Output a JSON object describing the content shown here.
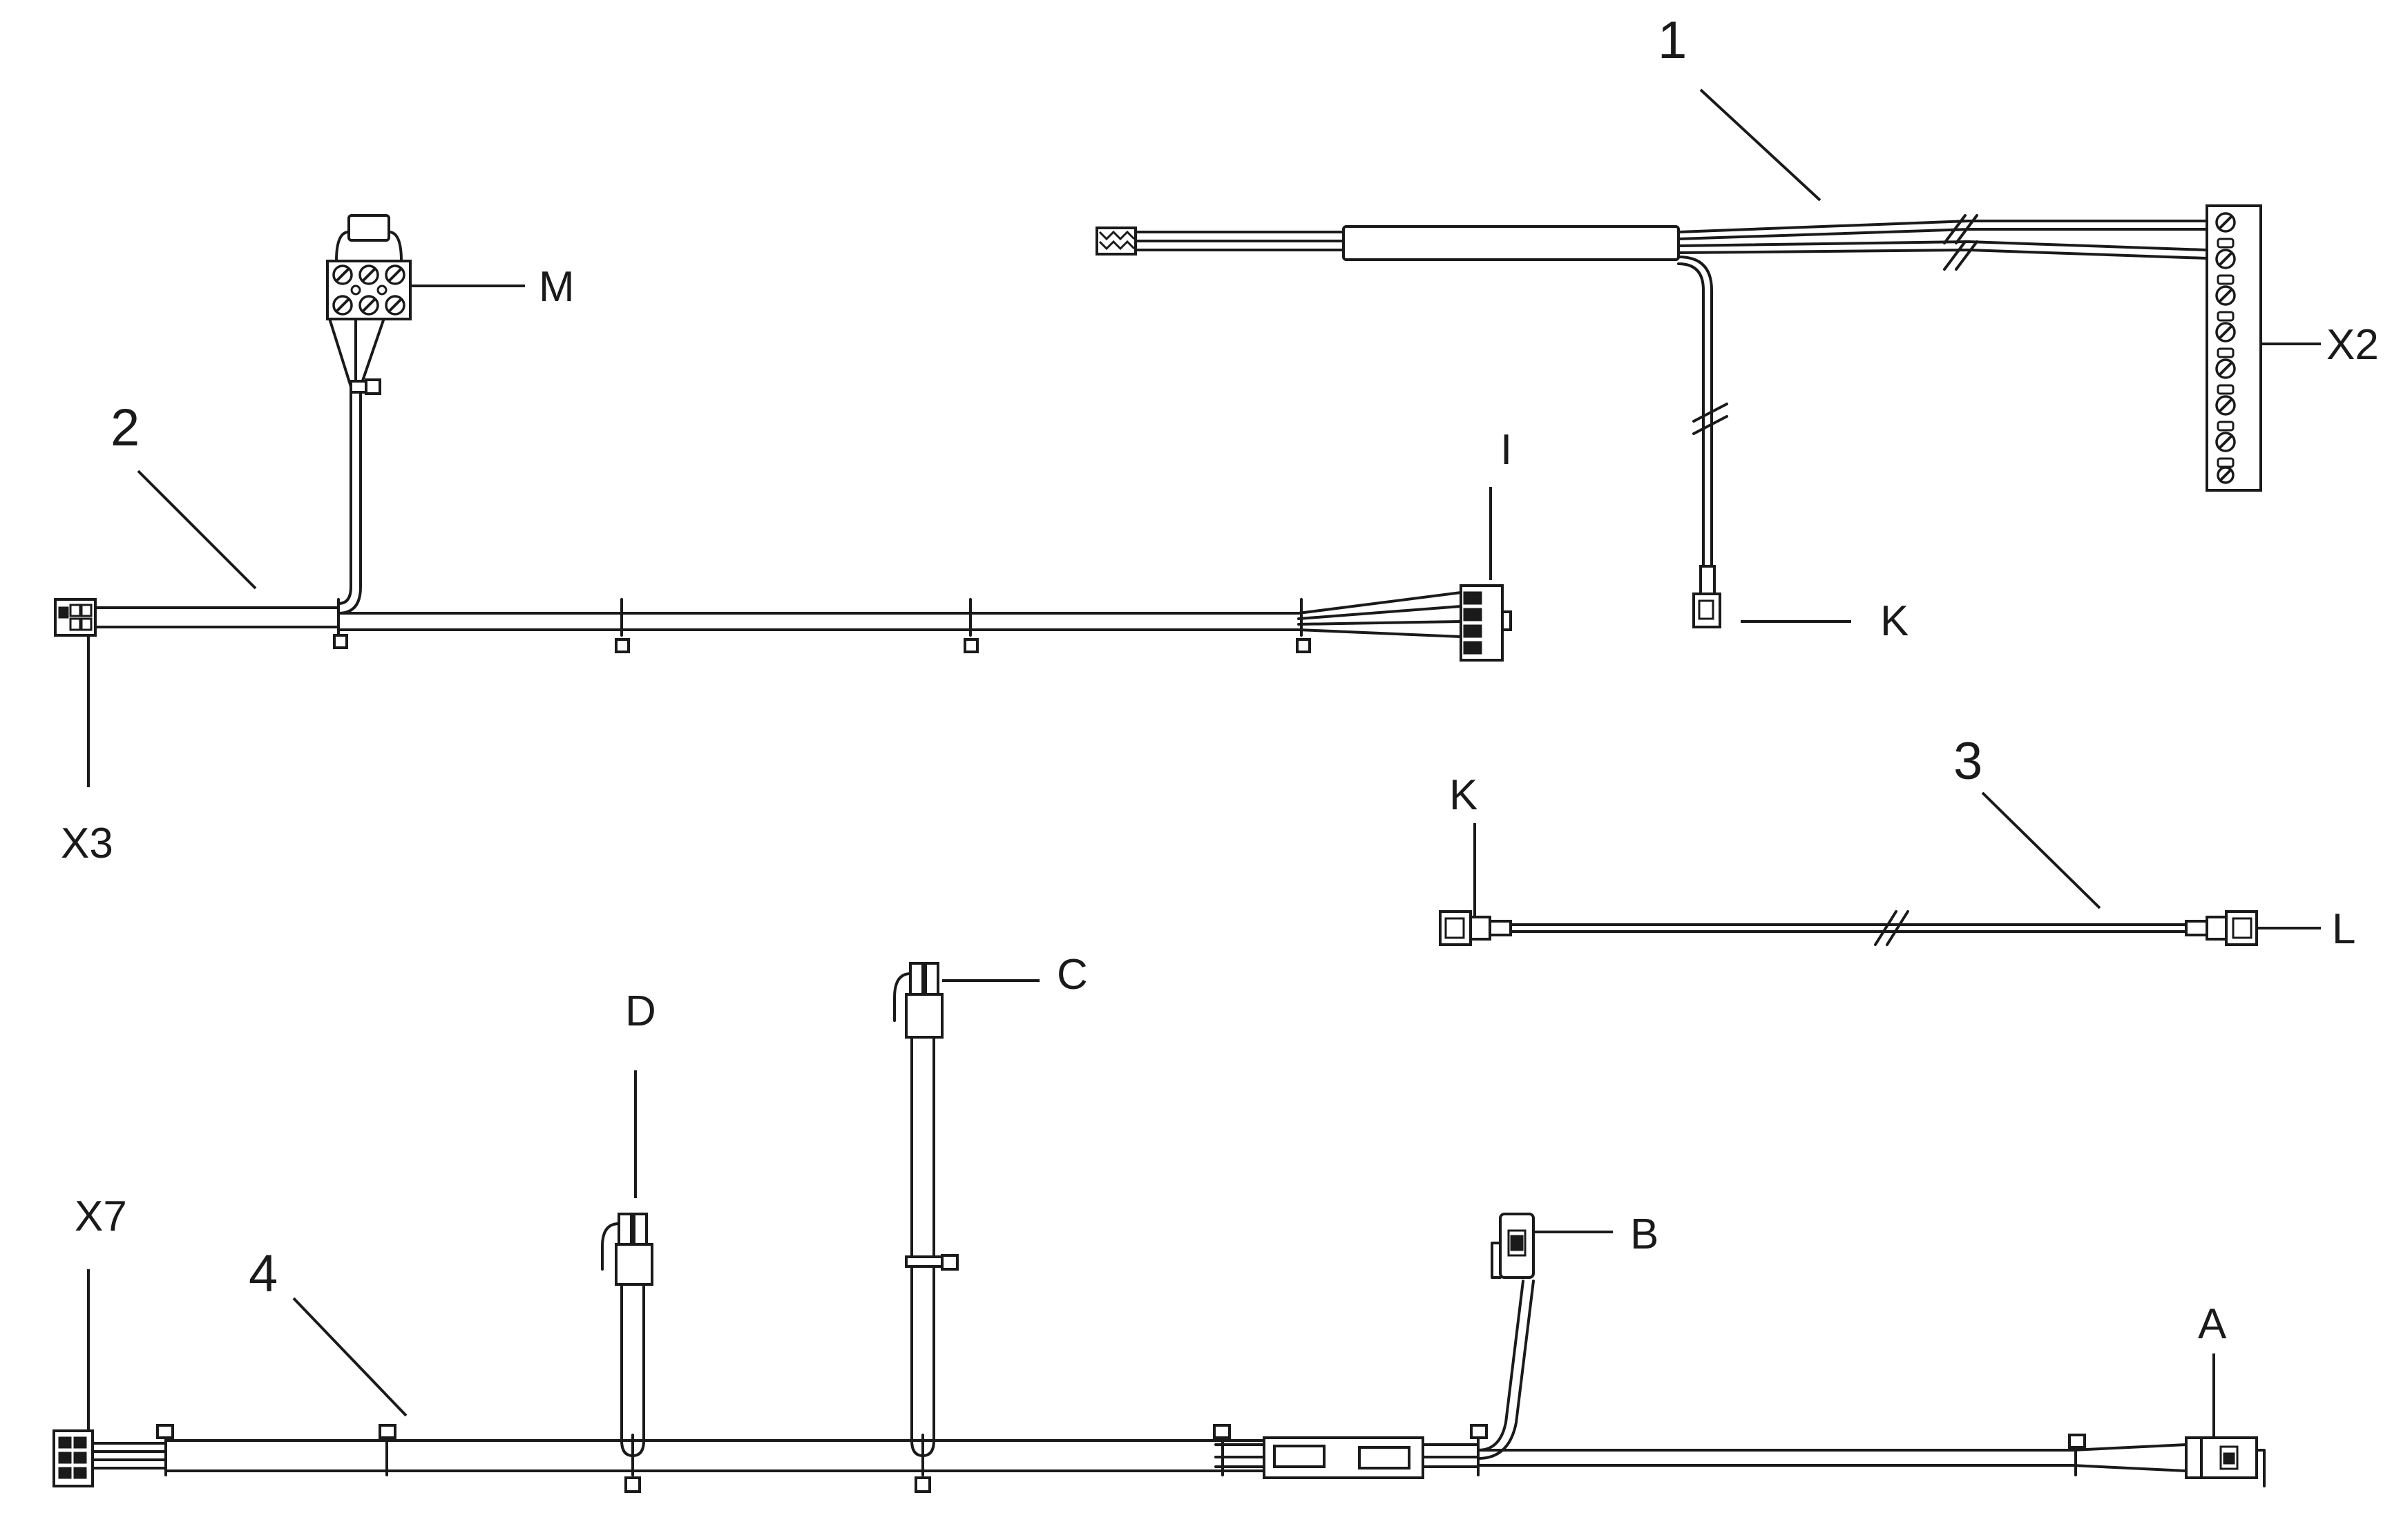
{
  "labels": {
    "harness_1": "1",
    "harness_2": "2",
    "harness_3": "3",
    "harness_4": "4",
    "m": "M",
    "x2": "X2",
    "k_top": "K",
    "i": "I",
    "x3": "X3",
    "k_mid": "K",
    "l": "L",
    "c": "C",
    "d": "D",
    "b": "B",
    "a": "A",
    "x7": "X7"
  },
  "colors": {
    "line": "#1a1a1a",
    "background": "#ffffff"
  }
}
